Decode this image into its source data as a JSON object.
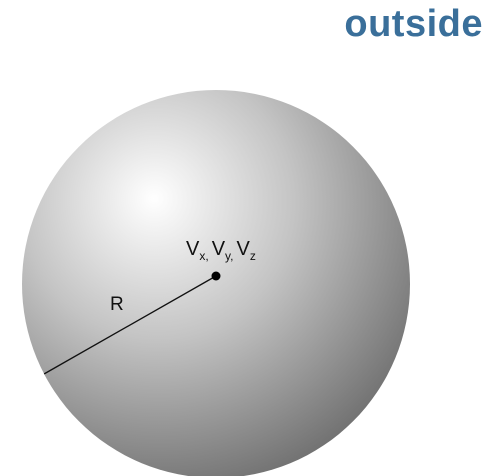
{
  "title": {
    "text": "outside",
    "color": "#3a6f9a"
  },
  "diagram": {
    "radius_label": "R",
    "center_label": {
      "v1": "V",
      "s1": "x",
      "sep1": ",",
      "v2": "V",
      "s2": "y",
      "sep2": ",",
      "v3": "V",
      "s3": "z"
    },
    "colors": {
      "sphere_highlight": "#ffffff",
      "sphere_mid": "#c4c4c4",
      "sphere_shadow": "#6b6b6b",
      "line": "#111111",
      "center_point": "#000000"
    }
  }
}
